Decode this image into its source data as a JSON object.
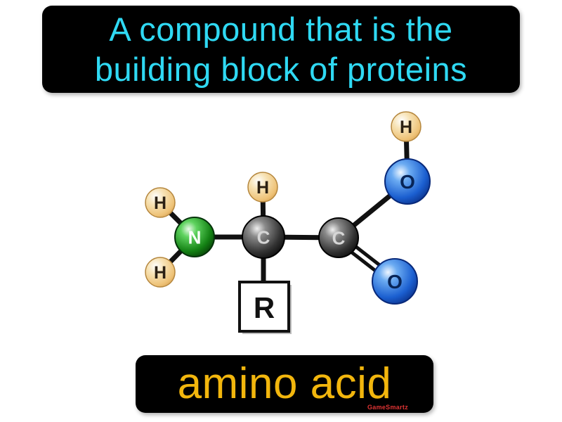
{
  "definition": {
    "line1": "A compound that is the",
    "line2": "building block of proteins",
    "text_color": "#2fd9f3",
    "background": "#000000"
  },
  "term": {
    "label": "amino acid",
    "text_color": "#f2b60d",
    "background": "#000000"
  },
  "watermark": "GameSmartz",
  "molecule": {
    "atoms": {
      "h_amine_top": "H",
      "h_amine_bottom": "H",
      "nitrogen": "N",
      "h_alpha": "H",
      "carbon_alpha": "C",
      "r_group": "R",
      "carbon_carboxyl": "C",
      "oxygen_hydroxyl": "O",
      "h_hydroxyl": "H",
      "oxygen_carbonyl": "O"
    },
    "colors": {
      "hydrogen": "#f2d9a4",
      "nitrogen": "#1e8c1e",
      "carbon": "#3d3d3d",
      "oxygen": "#1d6fdd",
      "bond": "#111111"
    }
  }
}
